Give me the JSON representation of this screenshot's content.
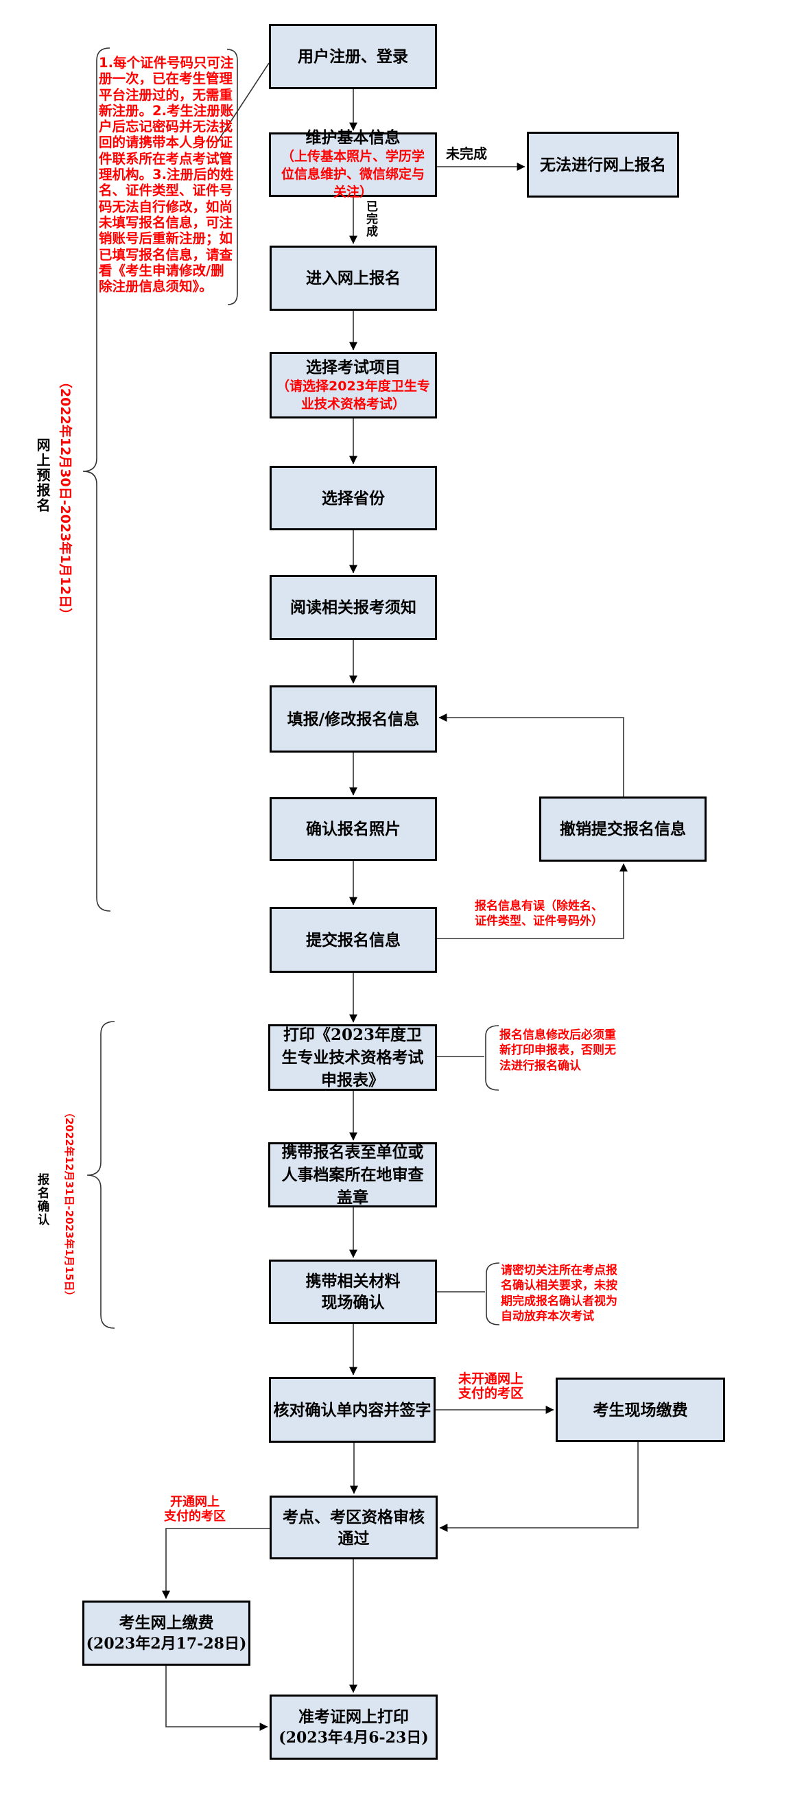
{
  "colors": {
    "box_fill": "#dbe5f1",
    "box_border": "#000000",
    "annotation_red": "#ff0000",
    "connector": "#333333",
    "background": "#ffffff"
  },
  "sections": {
    "pre_registration": {
      "label": "网上预报名",
      "dates": "（2022年12月30日-2023年1月12日）"
    },
    "confirmation": {
      "label": "报名确认",
      "dates": "（2022年12月31日-2023年1月15日）"
    }
  },
  "boxes": {
    "register": {
      "line1": "用户注册、登录"
    },
    "maintain_info": {
      "line1": "维护基本信息",
      "red": "（上传基本照片、学历学位信息维护、微信绑定与关注）"
    },
    "cannot_register": {
      "line1": "无法进行网上报名"
    },
    "enter_registration": {
      "line1": "进入网上报名"
    },
    "select_exam": {
      "line1": "选择考试项目",
      "red": "（请选择2023年度卫生专业技术资格考试）"
    },
    "select_province": {
      "line1": "选择省份"
    },
    "read_notice": {
      "line1": "阅读相关报考须知"
    },
    "fill_info": {
      "line1": "填报/修改报名信息"
    },
    "confirm_photo": {
      "line1": "确认报名照片"
    },
    "cancel_submit": {
      "line1": "撤销提交报名信息"
    },
    "submit_info": {
      "line1": "提交报名信息"
    },
    "print_form": {
      "line1": "打印《2023年度卫生专业技术资格考试申报表》"
    },
    "stamp_form": {
      "line1": "携带报名表至单位或人事档案所在地审查盖章"
    },
    "onsite_confirm": {
      "line1": "携带相关材料",
      "line2": "现场确认"
    },
    "verify_sign": {
      "line1": "核对确认单内容并签字"
    },
    "onsite_pay": {
      "line1": "考生现场缴费"
    },
    "audit_pass": {
      "line1": "考点、考区资格审核",
      "line2": "通过"
    },
    "online_pay": {
      "line1": "考生网上缴费",
      "line2": "(2023年2月17-28日)"
    },
    "print_ticket": {
      "line1": "准考证网上打印",
      "line2": "(2023年4月6-23日)"
    }
  },
  "edge_labels": {
    "not_done": "未完成",
    "done": "已完成",
    "info_error": [
      "报名信息有误（除姓名、",
      "证件类型、证件号码外）"
    ],
    "no_online_pay": [
      "未开通网上",
      "支付的考区"
    ],
    "online_pay_open": [
      "开通网上",
      "支付的考区"
    ]
  },
  "notes": {
    "registration": "1.每个证件号码只可注册一次，已在考生管理平台注册过的，无需重新注册。2.考生注册账户后忘记密码并无法找回的请携带本人身份证件联系所在考点考试管理机构。3.注册后的姓名、证件类型、证件号码无法自行修改，如尚未填写报名信息，可注销账号后重新注册；如已填写报名信息，请查看《考生申请修改/删除注册信息须知》。",
    "reprint": [
      "报名信息修改后必须重",
      "新打印申报表，否则无",
      "法进行报名确认"
    ],
    "deadline": [
      "请密切关注所在考点报",
      "名确认相关要求，未按",
      "期完成报名确认者视为",
      "自动放弃本次考试"
    ]
  }
}
